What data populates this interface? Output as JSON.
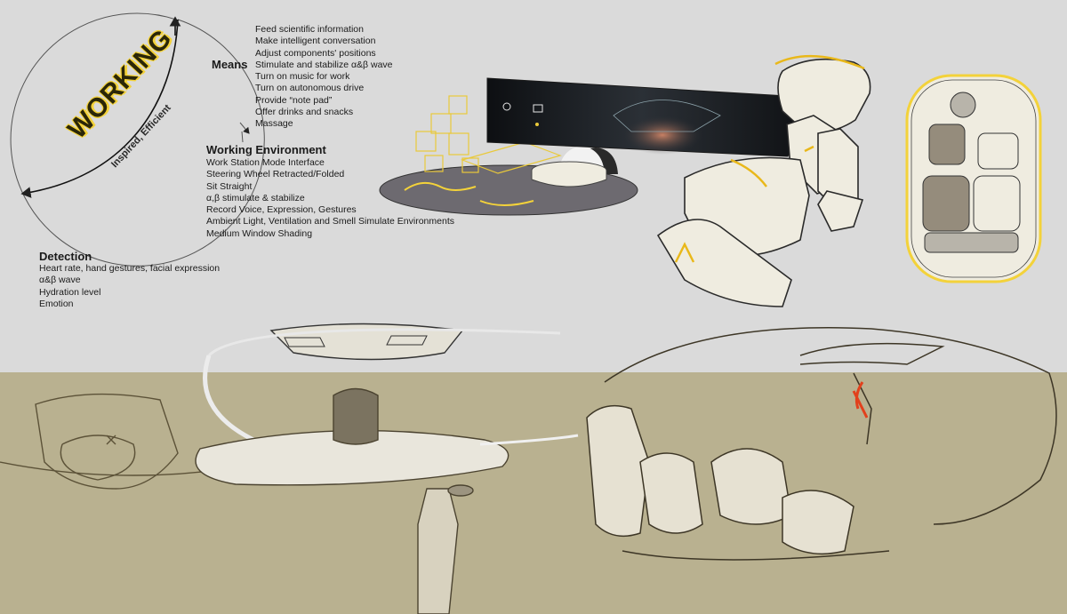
{
  "cycle": {
    "title": "WORKING",
    "subtitle": "Inspired, Efficient"
  },
  "means": {
    "title": "Means",
    "items": [
      "Feed scientific information",
      "Make intelligent conversation",
      "Adjust components' positions",
      "Stimulate and stabilize α&β wave",
      "Turn on music for work",
      "Turn on autonomous drive",
      "Provide “note pad”",
      "Offer drinks and snacks",
      "Massage"
    ]
  },
  "environment": {
    "title": "Working Environment",
    "items": [
      "Work Station Mode Interface",
      "Steering Wheel Retracted/Folded",
      "Sit Straight",
      "α,β stimulate & stabilize",
      "Record Voice, Expression, Gestures",
      "Ambient Light, Ventilation and Smell Simulate Environments",
      "Medium Window Shading"
    ]
  },
  "detection": {
    "title": "Detection",
    "items": [
      "Heart rate, hand gestures, facial expression",
      "α&β wave",
      "Hydration level",
      "Emotion"
    ]
  },
  "colors": {
    "background": "#dadada",
    "band": "#b9b190",
    "accent": "#f3d23a",
    "seat": "#efece0",
    "sketch_line": "#5c5238",
    "red_accent": "#e2401c"
  }
}
